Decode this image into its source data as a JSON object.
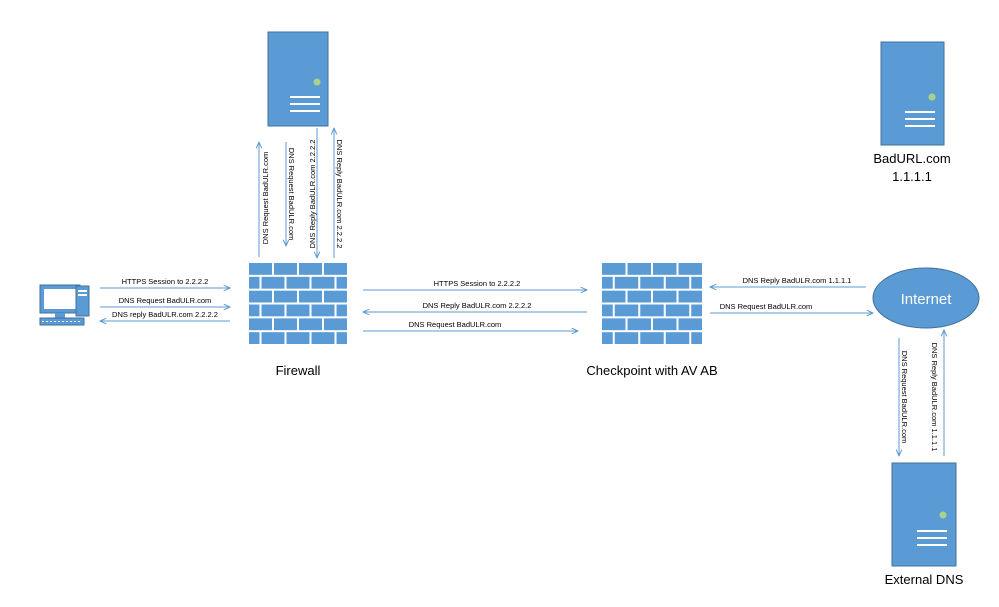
{
  "colors": {
    "server_fill": "#5b9bd5",
    "server_border": "#41719c",
    "wall_fill": "#5b9bd5",
    "arrow": "#5b9bd5",
    "led": "#a9d18e",
    "text": "#000000"
  },
  "nodes": {
    "firewall": {
      "label": "Firewall",
      "icon": "brick-wall-icon"
    },
    "checkpoint": {
      "label": "Checkpoint with AV AB",
      "icon": "brick-wall-icon"
    },
    "internet": {
      "label": "Internet"
    },
    "badurl": {
      "name": "BadURL.com",
      "ip": "1.1.1.1",
      "icon": "server-icon"
    },
    "external_dns": {
      "label": "External DNS",
      "icon": "server-icon"
    },
    "internal_dns": {
      "icon": "server-icon"
    },
    "client": {
      "icon": "computer-icon"
    }
  },
  "flows": {
    "client_https": "HTTPS Session to 2.2.2.2",
    "client_dns_request": "DNS Request BadULR.com",
    "client_dns_reply": "DNS reply BadULR.com 2.2.2.2",
    "fw_up_request": "DNS Request BadULR.com",
    "fw_down_request": "DNS Request BadULR.com",
    "fw_down_reply": "DNS Reply BadULR.com 2.2.2.2",
    "fw_up_reply": "DNS Reply BadULR.com 2.2.2.2",
    "mid_https": "HTTPS Session to 2.2.2.2",
    "mid_dns_reply": "DNS Reply BadULR.com 2.2.2.2",
    "mid_dns_request": "DNS Request BadULR.com",
    "right_dns_reply": "DNS Reply BadULR.com 1.1.1.1",
    "right_dns_request": "DNS Request BadULR.com",
    "ext_dns_request": "DNS Request BadULR.com",
    "ext_dns_reply": "DNS Reply BadULR.com 1.1.1.1"
  }
}
